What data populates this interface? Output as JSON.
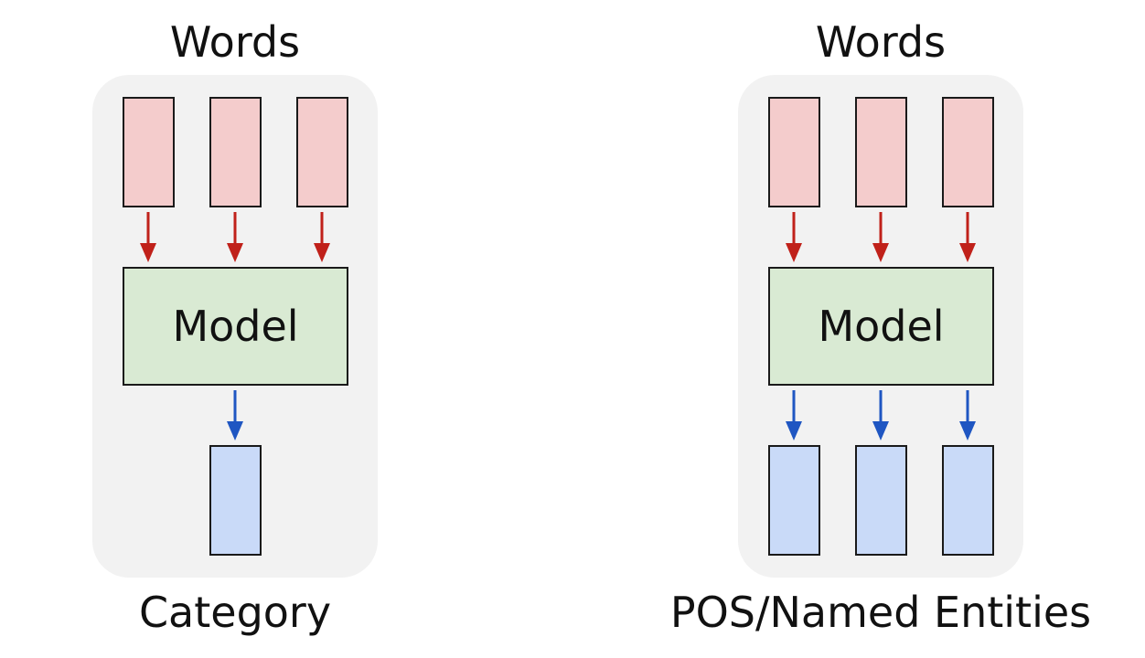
{
  "diagrams": [
    {
      "top_label": "Words",
      "model_label": "Model",
      "bottom_label": "Category",
      "input_count": 3,
      "output_count": 1
    },
    {
      "top_label": "Words",
      "model_label": "Model",
      "bottom_label": "POS/Named Entities",
      "input_count": 3,
      "output_count": 3
    }
  ],
  "colors": {
    "panel": "#f2f2f2",
    "word_box": "#f4cccc",
    "model_box": "#d9ead3",
    "output_box": "#c9daf8",
    "input_arrow": "#c0211a",
    "output_arrow": "#1f56c2"
  }
}
